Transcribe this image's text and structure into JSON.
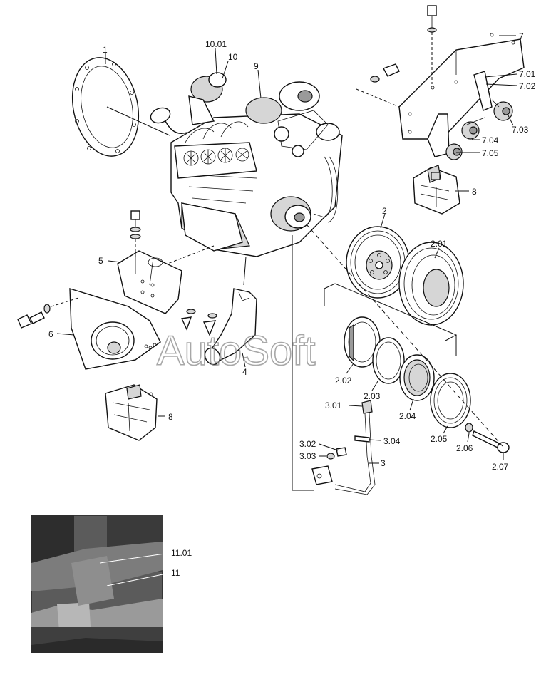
{
  "watermark": "AutoSoft",
  "callouts": {
    "c1": "1",
    "c10_01": "10.01",
    "c10": "10",
    "c9": "9",
    "c7": "7",
    "c7_01": "7.01",
    "c7_02": "7.02",
    "c7_03": "7.03",
    "c7_04": "7.04",
    "c7_05": "7.05",
    "c8_top": "8",
    "c2": "2",
    "c2_01": "2.01",
    "c5": "5",
    "c6": "6",
    "c4": "4",
    "c8_bottom": "8",
    "c2_02": "2.02",
    "c2_03": "2.03",
    "c2_04": "2.04",
    "c2_05": "2.05",
    "c2_06": "2.06",
    "c2_07": "2.07",
    "c3_01": "3.01",
    "c3_02": "3.02",
    "c3_03": "3.03",
    "c3_04": "3.04",
    "c3": "3",
    "c11_01": "11.01",
    "c11": "11"
  }
}
